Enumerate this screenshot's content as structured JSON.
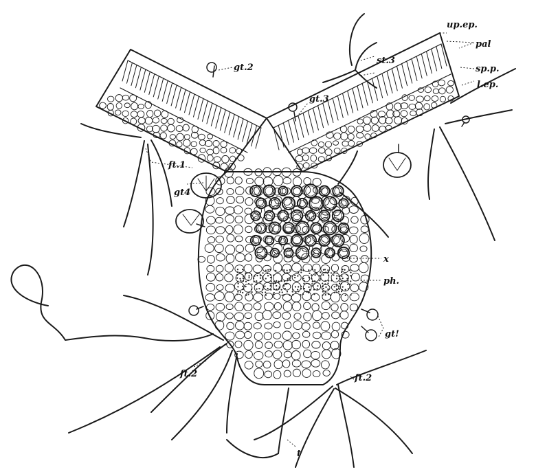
{
  "labels": {
    "up_ep": "up.ep.",
    "pal": "pal",
    "sp_p": "sp.p.",
    "l_ep": "l.ep.",
    "st3": "st.3",
    "gt2": "gt.2",
    "gt3": "gt.3",
    "gt4": "gt4",
    "ft1": "ft.1",
    "x": "x",
    "ph": "ph.",
    "gt1": "gt!",
    "ft2_left": "ft.2",
    "ft2_right": "ft.2",
    "t": "t"
  },
  "colors": {
    "ink": "#1a1a1a",
    "paper": "#ffffff"
  }
}
